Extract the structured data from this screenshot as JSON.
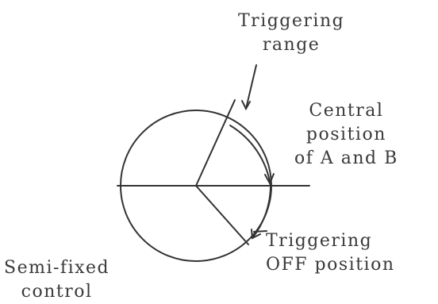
{
  "labels": {
    "triggering_range": [
      "Triggering",
      "range"
    ],
    "central_position": [
      "Central",
      "position",
      "of A and B"
    ],
    "triggering_off": [
      "Triggering",
      "OFF position"
    ],
    "semi_fixed": [
      "Semi-fixed",
      "control"
    ]
  },
  "colors": {
    "ink": "#3a3a3a",
    "background": "#ffffff"
  }
}
